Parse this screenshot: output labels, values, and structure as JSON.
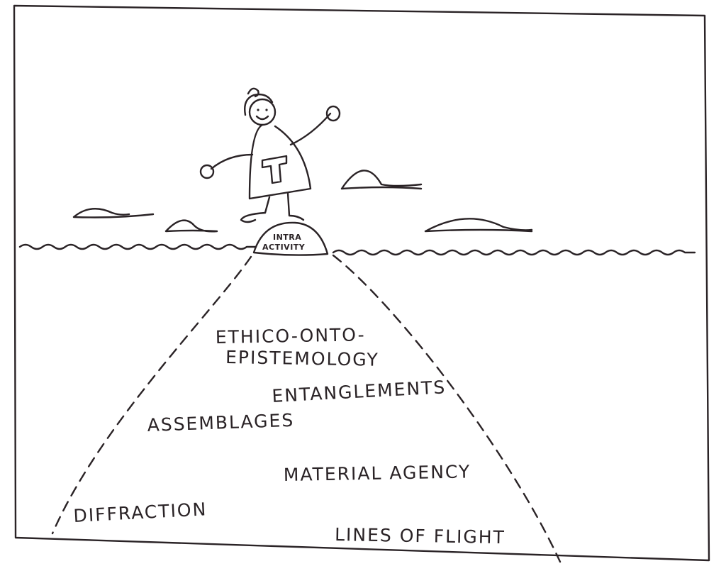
{
  "iceberg": {
    "tip_label": [
      "INTRA",
      "ACTIVITY"
    ],
    "concepts": [
      "ETHICO-ONTO-",
      "EPISTEMOLOGY",
      "ENTANGLEMENTS",
      "ASSEMBLAGES",
      "MATERIAL AGENCY",
      "DIFFRACTION",
      "LINES OF FLIGHT"
    ]
  },
  "colors": {
    "ink": "#2a2326",
    "paper": "#ffffff"
  },
  "figure": {
    "shirt_letter": "T"
  }
}
